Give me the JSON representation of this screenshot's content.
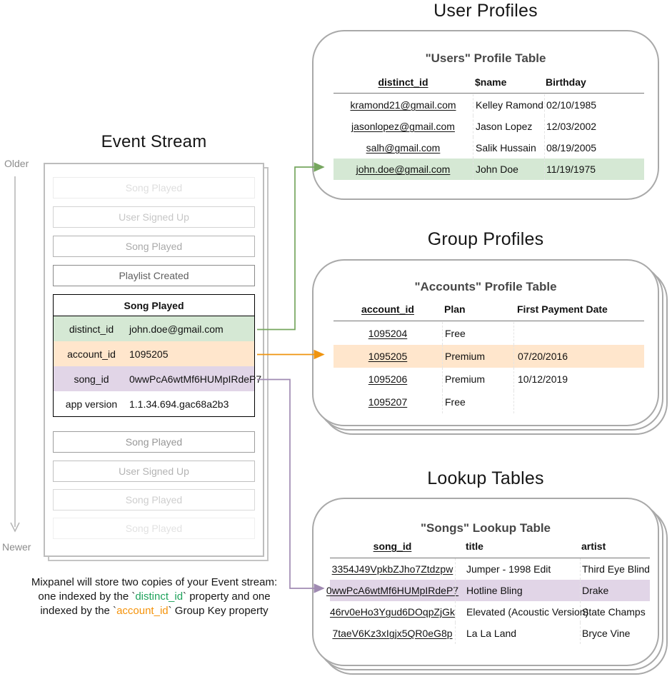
{
  "colors": {
    "green_fill": "#d5e8d4",
    "orange_fill": "#ffe6cc",
    "purple_fill": "#e1d5e7",
    "green_arrow": "#76a65f",
    "orange_arrow": "#ef940f",
    "purple_arrow": "#a08bb2",
    "timeline_gray": "#b3b3b3",
    "key_green": "#1fa35c",
    "key_orange": "#f5930a"
  },
  "event_stream": {
    "title": "Event Stream",
    "older_label": "Older",
    "newer_label": "Newer",
    "events_before": [
      "Song Played",
      "User Signed Up",
      "Song Played",
      "Playlist Created"
    ],
    "expanded": {
      "name": "Song Played",
      "properties": [
        {
          "key": "distinct_id",
          "value": "john.doe@gmail.com"
        },
        {
          "key": "account_id",
          "value": "1095205"
        },
        {
          "key": "song_id",
          "value": "0wwPcA6wtMf6HUMpIRdeP7"
        },
        {
          "key": "app version",
          "value": "1.1.34.694.gac68a2b3"
        }
      ]
    },
    "events_after": [
      "Song Played",
      "User Signed Up",
      "Song Played",
      "Song Played"
    ]
  },
  "note": {
    "line1": "Mixpanel will store two copies of your Event stream:",
    "line2": {
      "pre": "one indexed by the `",
      "key": "distinct_id",
      "post": "` property and one"
    },
    "line3": {
      "pre": "indexed by the `",
      "key": "account_id",
      "post": "` Group Key property"
    }
  },
  "sections": {
    "user_profiles": {
      "title": "User Profiles",
      "table_title": "\"Users\" Profile Table",
      "columns": [
        "distinct_id",
        "$name",
        "Birthday"
      ],
      "rows": [
        [
          "kramond21@gmail.com",
          "Kelley Ramond",
          "02/10/1985"
        ],
        [
          "jasonlopez@gmail.com",
          "Jason Lopez",
          "12/03/2002"
        ],
        [
          "salh@gmail.com",
          "Salik Hussain",
          "08/19/2005"
        ],
        [
          "john.doe@gmail.com",
          "John Doe",
          "11/19/1975"
        ]
      ],
      "highlight_row_index": 3,
      "highlight_color": "#d5e8d4"
    },
    "group_profiles": {
      "title": "Group Profiles",
      "table_title": "\"Accounts\" Profile Table",
      "columns": [
        "account_id",
        "Plan",
        "First Payment Date"
      ],
      "rows": [
        [
          "1095204",
          "Free",
          ""
        ],
        [
          "1095205",
          "Premium",
          "07/20/2016"
        ],
        [
          "1095206",
          "Premium",
          "10/12/2019"
        ],
        [
          "1095207",
          "Free",
          ""
        ]
      ],
      "highlight_row_index": 1,
      "highlight_color": "#ffe6cc"
    },
    "lookup_tables": {
      "title": "Lookup Tables",
      "table_title": "\"Songs\" Lookup Table",
      "columns": [
        "song_id",
        "title",
        "artist"
      ],
      "rows": [
        [
          "3354J49VpkbZJho7Ztdzpw",
          "Jumper - 1998 Edit",
          "Third Eye Blind"
        ],
        [
          "0wwPcA6wtMf6HUMpIRdeP7",
          "Hotline Bling",
          "Drake"
        ],
        [
          "46rv0eHo3Ygud6DOqpZjGk",
          "Elevated (Acoustic Version)",
          "State Champs"
        ],
        [
          "7taeV6Kz3xIgjx5QR0eG8p",
          "La La Land",
          "Bryce Vine"
        ]
      ],
      "highlight_row_index": 1,
      "highlight_color": "#e1d5e7"
    }
  }
}
